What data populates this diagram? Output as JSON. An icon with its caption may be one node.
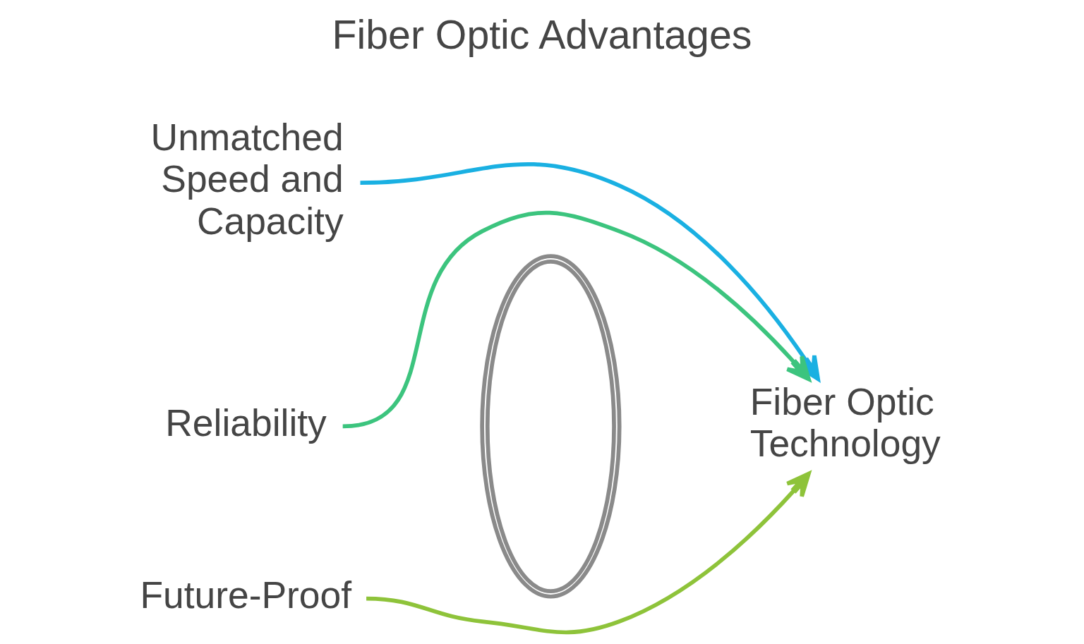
{
  "diagram": {
    "title": "Fiber Optic Advantages",
    "nodes": [
      {
        "text": [
          "Unmatched Speed and Capacity"
        ]
      },
      {
        "text": [
          "Reliability"
        ]
      },
      {
        "text": [
          "Future-Proof"
        ]
      },
      {
        "text": [],
        "shape": "lens"
      },
      {
        "text": [
          "Fiber Optic Technology"
        ]
      }
    ],
    "edges": [
      {
        "from": 0,
        "to": 4,
        "arrow": "to",
        "color": "#1ab0e2"
      },
      {
        "from": 1,
        "to": 4,
        "arrow": "to",
        "color": "#3cc47e"
      },
      {
        "from": 2,
        "to": 4,
        "arrow": "to",
        "color": "#8ec33a"
      }
    ]
  }
}
